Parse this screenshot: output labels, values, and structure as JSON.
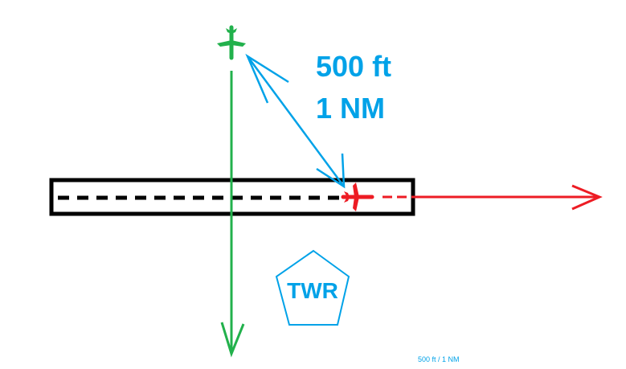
{
  "diagram": {
    "title": "",
    "colors": {
      "runway": "#000000",
      "departure": "#22b14c",
      "arrival": "#ed1c24",
      "separation": "#00a2e8",
      "background": "#ffffff"
    },
    "separation_label": {
      "line1": "500 ft",
      "line2": "1 NM"
    },
    "tower": {
      "label": "TWR"
    },
    "aircraft": [
      {
        "id": "green-aircraft",
        "color": "green",
        "heading": "south",
        "icon": "airplane-icon"
      },
      {
        "id": "red-aircraft",
        "color": "red",
        "heading": "east",
        "icon": "airplane-icon"
      }
    ],
    "nodes": [
      "runway",
      "tower",
      "green-aircraft",
      "red-aircraft"
    ],
    "edges": [
      {
        "from": "green-aircraft",
        "to": "red-aircraft",
        "style": "double-arrow",
        "label": "500 ft / 1 NM"
      }
    ]
  }
}
